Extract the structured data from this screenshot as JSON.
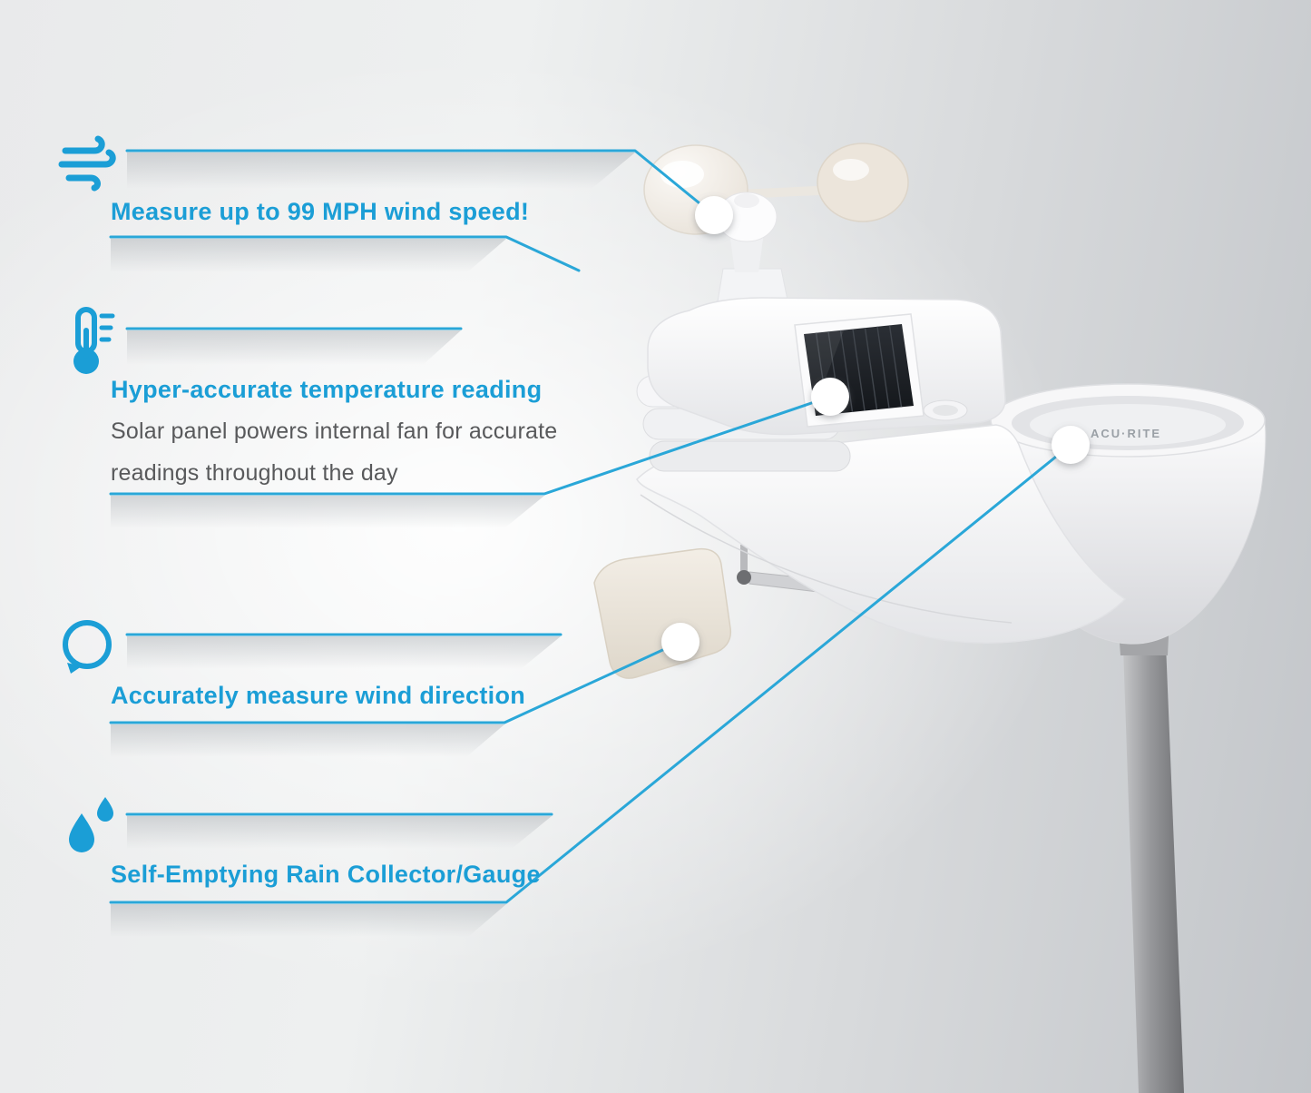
{
  "accent_color": "#1b9ed6",
  "line_color": "#2aa7d8",
  "features": [
    {
      "icon": "wind-icon",
      "title": "Measure up to 99 MPH wind speed!"
    },
    {
      "icon": "thermometer-icon",
      "title": "Hyper-accurate temperature reading",
      "description": "Solar panel powers internal fan for accurate readings throughout the day"
    },
    {
      "icon": "wind-direction-icon",
      "title": "Accurately measure wind direction"
    },
    {
      "icon": "raindrops-icon",
      "title": "Self-Emptying Rain Collector/Gauge"
    }
  ],
  "product": {
    "brand": "ACU·RITE"
  }
}
